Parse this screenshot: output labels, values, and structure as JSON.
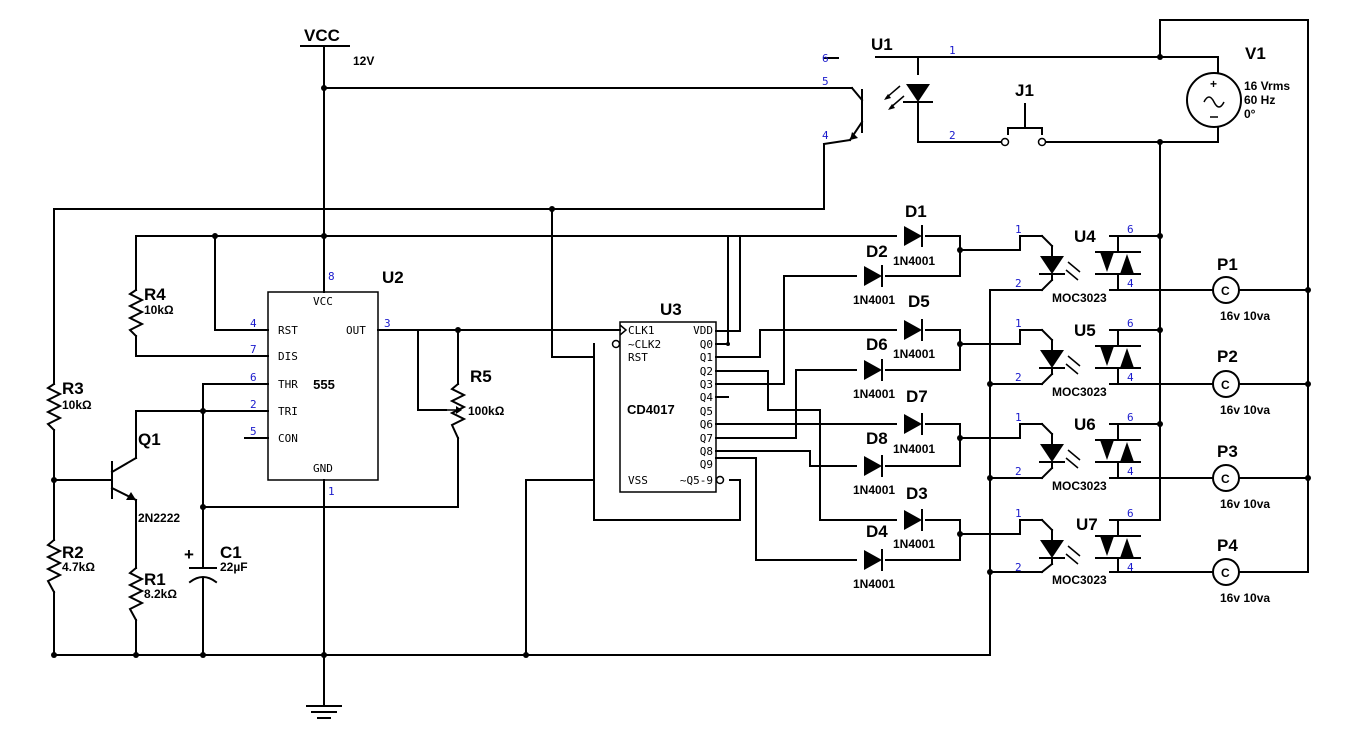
{
  "power": {
    "vcc_label": "VCC",
    "vcc_value": "12V"
  },
  "u1": {
    "ref": "U1",
    "pins": [
      "6",
      "5",
      "4",
      "1",
      "2"
    ]
  },
  "j1": {
    "ref": "J1"
  },
  "v1": {
    "ref": "V1",
    "value_lines": [
      "16 Vrms",
      "60 Hz",
      "0°"
    ]
  },
  "u2": {
    "ref": "U2",
    "type": "555",
    "pin_labels": [
      "RST",
      "DIS",
      "THR",
      "TRI",
      "CON",
      "VCC",
      "OUT",
      "GND"
    ],
    "pin_numbers": [
      "4",
      "7",
      "6",
      "2",
      "5",
      "8",
      "3",
      "1"
    ]
  },
  "u3": {
    "ref": "U3",
    "type": "CD4017",
    "left_pins": [
      "CLK1",
      "~CLK2",
      "RST",
      "VSS"
    ],
    "right_pins": [
      "VDD",
      "Q0",
      "Q1",
      "Q2",
      "Q3",
      "Q4",
      "Q5",
      "Q6",
      "Q7",
      "Q8",
      "Q9",
      "~Q5-9"
    ]
  },
  "resistors": [
    {
      "ref": "R4",
      "value": "10kΩ"
    },
    {
      "ref": "R3",
      "value": "10kΩ"
    },
    {
      "ref": "R2",
      "value": "4.7kΩ"
    },
    {
      "ref": "R1",
      "value": "8.2kΩ"
    },
    {
      "ref": "R5",
      "value": "100kΩ"
    }
  ],
  "q1": {
    "ref": "Q1",
    "value": "2N2222"
  },
  "c1": {
    "ref": "C1",
    "value": "22µF",
    "polarity": "+"
  },
  "diodes": [
    {
      "ref": "D1",
      "value": "1N4001"
    },
    {
      "ref": "D2",
      "value": "1N4001"
    },
    {
      "ref": "D5",
      "value": "1N4001"
    },
    {
      "ref": "D6",
      "value": "1N4001"
    },
    {
      "ref": "D7",
      "value": "1N4001"
    },
    {
      "ref": "D8",
      "value": "1N4001"
    },
    {
      "ref": "D3",
      "value": "1N4001"
    },
    {
      "ref": "D4",
      "value": "1N4001"
    }
  ],
  "optos": [
    {
      "ref": "U4",
      "value": "MOC3023"
    },
    {
      "ref": "U5",
      "value": "MOC3023"
    },
    {
      "ref": "U6",
      "value": "MOC3023"
    },
    {
      "ref": "U7",
      "value": "MOC3023"
    }
  ],
  "opto_pins": [
    "1",
    "2",
    "6",
    "4"
  ],
  "outputs": [
    {
      "ref": "P1",
      "value": "16v 10va"
    },
    {
      "ref": "P2",
      "value": "16v 10va"
    },
    {
      "ref": "P3",
      "value": "16v 10va"
    },
    {
      "ref": "P4",
      "value": "16v 10va"
    }
  ]
}
